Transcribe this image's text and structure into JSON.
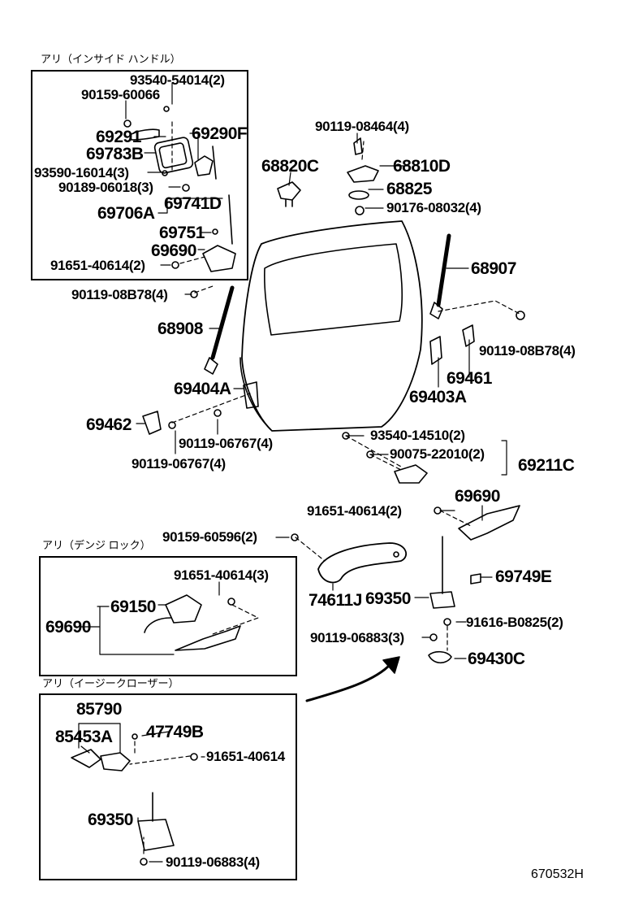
{
  "groups": {
    "inside_handle": {
      "header": "アリ（インサイド ハンドル）"
    },
    "power_lock": {
      "header": "アリ（デンジ ロック）"
    },
    "easy_closer": {
      "header": "アリ（イージークローザー）"
    }
  },
  "parts": {
    "p93540_54014": "93540-54014(2)",
    "p90159_60066": "90159-60066",
    "p69291": "69291",
    "p69290F": "69290F",
    "p69783B": "69783B",
    "p93590_16014": "93590-16014(3)",
    "p90189_06018": "90189-06018(3)",
    "p69741D": "69741D",
    "p69706A": "69706A",
    "p69751": "69751",
    "p69690a": "69690",
    "p91651_40614_2a": "91651-40614(2)",
    "p90119_08464": "90119-08464(4)",
    "p68820C": "68820C",
    "p68810D": "68810D",
    "p68825": "68825",
    "p90176_08032": "90176-08032(4)",
    "p68907": "68907",
    "p90119_08B78_left": "90119-08B78(4)",
    "p68908": "68908",
    "p90119_08B78_right": "90119-08B78(4)",
    "p69461": "69461",
    "p69403A": "69403A",
    "p69404A": "69404A",
    "p69462": "69462",
    "p90119_06767_a": "90119-06767(4)",
    "p90119_06767_b": "90119-06767(4)",
    "p93540_14510": "93540-14510(2)",
    "p90075_22010": "90075-22010(2)",
    "p69211C": "69211C",
    "p69690b": "69690",
    "p91651_40614_2b": "91651-40614(2)",
    "p90159_60596": "90159-60596(2)",
    "p69749E": "69749E",
    "p74611J": "74611J",
    "p69350a": "69350",
    "p91616_B0825": "91616-B0825(2)",
    "p90119_06883_3": "90119-06883(3)",
    "p69430C": "69430C",
    "p91651_40614_3": "91651-40614(3)",
    "p69150": "69150",
    "p69690c": "69690",
    "p85790": "85790",
    "p85453A": "85453A",
    "p47749B": "47749B",
    "p91651_40614": "91651-40614",
    "p69350b": "69350",
    "p90119_06883_4": "90119-06883(4)"
  },
  "reference_code": "670532H"
}
